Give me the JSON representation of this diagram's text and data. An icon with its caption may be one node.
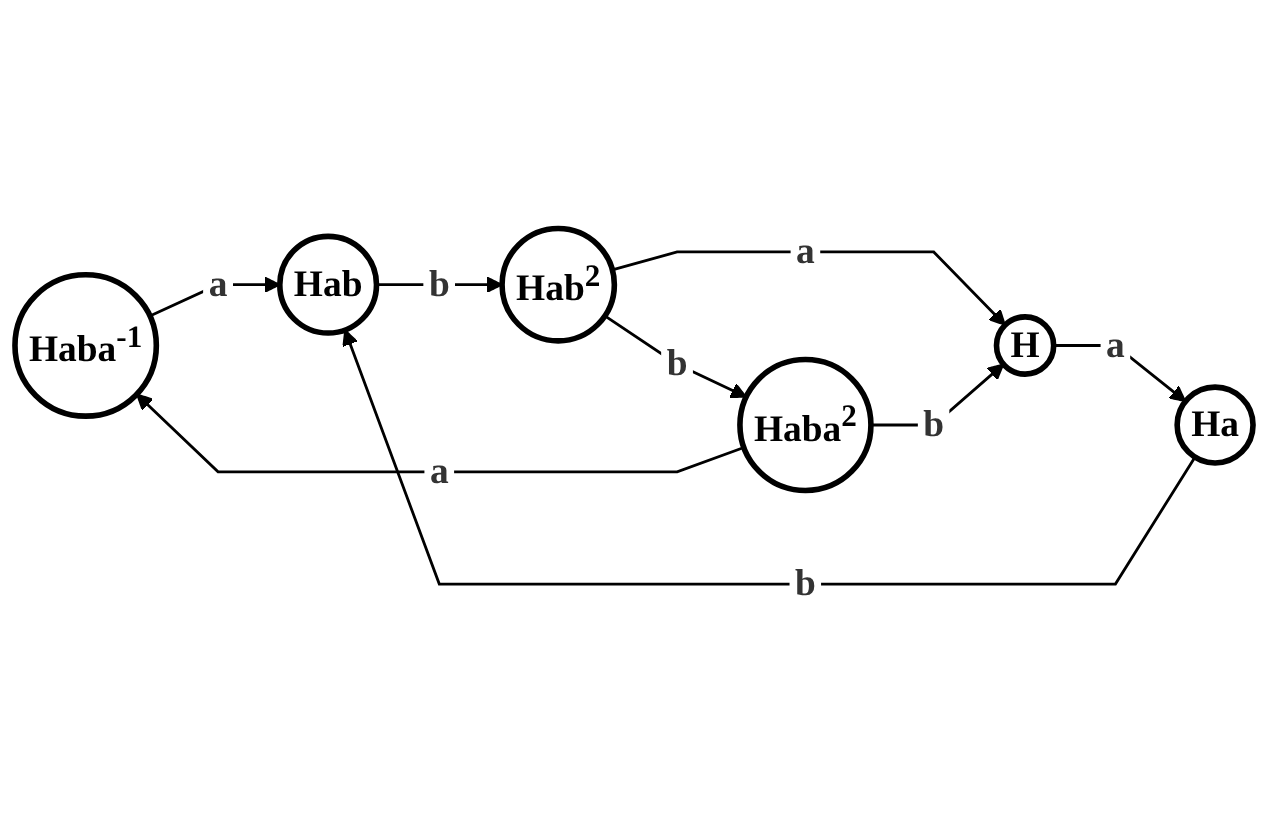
{
  "diagram": {
    "nodes": [
      {
        "text": [
          "Haba$^{-1}$"
        ]
      },
      {
        "text": [
          "Hab"
        ]
      },
      {
        "text": [
          "Hab$^{2}$"
        ]
      },
      {
        "text": [
          "Ha"
        ]
      },
      {
        "text": [
          "Haba$^{2}$"
        ]
      },
      {
        "text": [
          "H"
        ]
      }
    ],
    "edges": [
      {
        "from": 0,
        "to": 1,
        "arrow": "to",
        "label": "a"
      },
      {
        "from": 3,
        "to": 1,
        "arrow": "to",
        "label": "b"
      },
      {
        "from": 1,
        "to": 2,
        "arrow": "to",
        "label": "b"
      },
      {
        "from": 2,
        "to": 5,
        "arrow": "to",
        "label": "a"
      },
      {
        "from": 2,
        "to": 4,
        "arrow": "to",
        "label": "b"
      },
      {
        "from": 4,
        "to": 0,
        "arrow": "to",
        "label": "a"
      },
      {
        "from": 4,
        "to": 5,
        "arrow": "to",
        "label": "b"
      },
      {
        "from": 5,
        "to": 3,
        "arrow": "to",
        "label": "a"
      }
    ]
  }
}
